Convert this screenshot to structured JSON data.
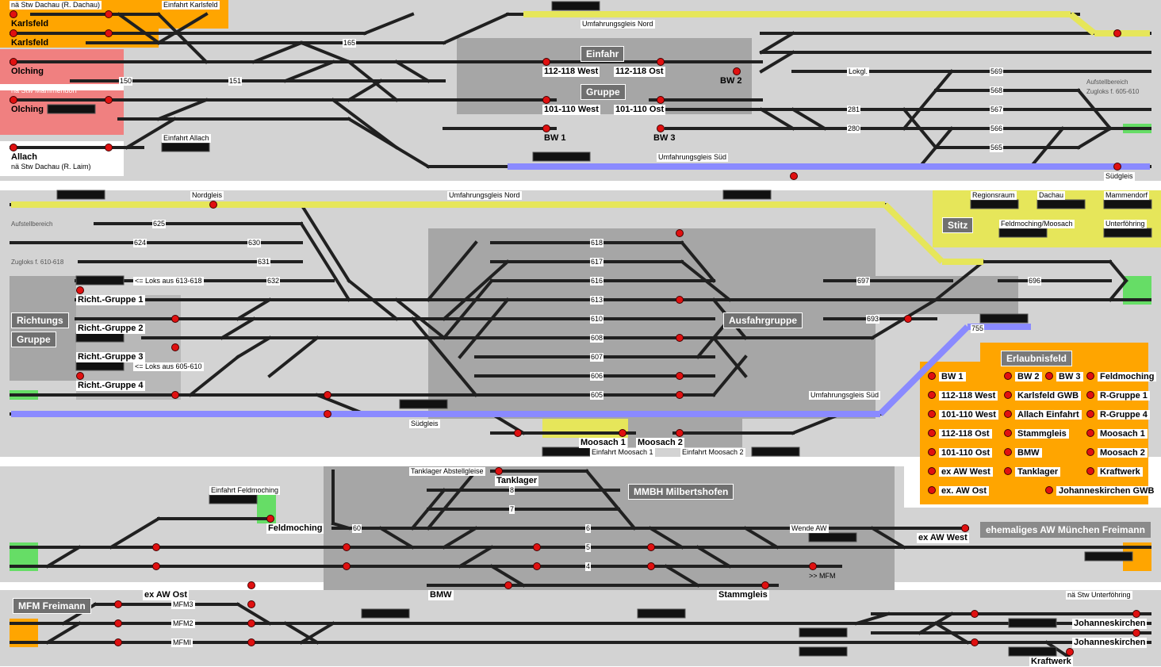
{
  "bands": [
    {
      "name": "top",
      "color": "#d3d3d3"
    },
    {
      "name": "middle",
      "color": "#d3d3d3"
    },
    {
      "name": "lower",
      "color": "#d3d3d3"
    },
    {
      "name": "bottom",
      "color": "#d3d3d3"
    }
  ],
  "colors": {
    "orange": "#ffa500",
    "salmon": "#f08080",
    "yellow": "#e6e65a",
    "blue": "#8a8aff",
    "green": "#66dd66",
    "darkzone": "#a6a6a6",
    "track": "#202020",
    "signal": "#e01010"
  },
  "labels": {
    "stw_dachau_top": "nä Stw Dachau (R. Dachau)",
    "einfahrt_karlsfeld": "Einfahrt Karlsfeld",
    "karlsfeld1": "Karlsfeld",
    "karlsfeld2": "Karlsfeld",
    "olching1": "Olching",
    "stw_mammendorf": "nä Stw Mammendorf",
    "olching2": "Olching",
    "allach": "Allach",
    "stw_dachau_laim": "nä Stw Dachau (R. Laim)",
    "einfahrt_allach": "Einfahrt Allach",
    "umfahrungsgleis_nord_top": "Umfahrungsgleis Nord",
    "gleis_112_118_west": "112-118 West",
    "gleis_112_118_ost": "112-118 Ost",
    "gleis_101_110_west": "101-110 West",
    "gleis_101_110_ost": "101-110 Ost",
    "bw1": "BW 1",
    "bw2": "BW 2",
    "bw3": "BW 3",
    "lokgl": "Lokgl.",
    "umfahrungsgleis_sued_top": "Umfahrungsgleis Süd",
    "aufstellbereich_top": "Aufstellbereich",
    "zugloks_605_610": "Zugloks f. 605-610",
    "suedgleis_top": "Südgleis",
    "nordgleis": "Nordgleis",
    "umfahrungsgleis_nord_mid": "Umfahrungsgleis Nord",
    "aufstellbereich_mid": "Aufstellbereich",
    "zugloks_610_618": "Zugloks f. 610-618",
    "loks_613_618": "<= Loks aus 613-618",
    "loks_605_610": "<= Loks aus 605-610",
    "richt_gruppe_1": "Richt.-Gruppe 1",
    "richt_gruppe_2": "Richt.-Gruppe 2",
    "richt_gruppe_3": "Richt.-Gruppe 3",
    "richt_gruppe_4": "Richt.-Gruppe 4",
    "regionsraum": "Regionsraum",
    "dachau": "Dachau",
    "mammendorf": "Mammendorf",
    "feldmoching_moosach": "Feldmoching/Moosach",
    "unterfoehring": "Unterföhring",
    "umfahrungsgleis_sued_mid": "Umfahrungsgleis Süd",
    "suedgleis_mid": "Südgleis",
    "moosach1": "Moosach 1",
    "moosach2": "Moosach 2",
    "einfahrt_moosach1": "Einfahrt Moosach 1",
    "einfahrt_moosach2": "Einfahrt Moosach 2",
    "tanklager_abstellgleise": "Tanklager Abstellgleise",
    "tanklager": "Tanklager",
    "einfahrt_feldmoching": "Einfahrt Feldmoching",
    "feldmoching": "Feldmoching",
    "wende_aw": "Wende AW",
    "ex_aw_west": "ex AW West",
    "to_mfm": ">> MFM",
    "bmw": "BMW",
    "stammgleis": "Stammgleis",
    "ex_aw_ost": "ex AW Ost",
    "mfm3": "MFM3",
    "mfm2": "MFM2",
    "mfm1": "MFMI",
    "stw_unterfoehring": "nä Stw Unterföhring",
    "johanneskirchen1": "Johanneskirchen",
    "johanneskirchen2": "Johanneskirchen",
    "kraftwerk": "Kraftwerk"
  },
  "pills": {
    "einfahr": "Einfahr",
    "gruppe_top": "Gruppe",
    "richtungs": "Richtungs",
    "gruppe_mid": "Gruppe",
    "ausfahrgruppe": "Ausfahrgruppe",
    "stitz": "Stitz",
    "mmbh": "MMBH Milbertshofen",
    "aw_freimann": "ehemaliges AW München Freimann",
    "mfm_freimann": "MFM Freimann",
    "erlaubnisfeld": "Erlaubnisfeld"
  },
  "track_numbers": {
    "t165": "165",
    "t150": "150",
    "t151": "151",
    "t618": "618",
    "t617": "617",
    "t616": "616",
    "t613": "613",
    "t610": "610",
    "t608": "608",
    "t607": "607",
    "t606": "606",
    "t605": "605",
    "t625": "625",
    "t624": "624",
    "t630": "630",
    "t631": "631",
    "t632": "632",
    "t697": "697",
    "t696": "696",
    "t693": "693",
    "t755": "755",
    "t281": "281",
    "t280": "280",
    "t569": "569",
    "t568": "568",
    "t567": "567",
    "t566": "566",
    "t565": "565",
    "t8": "8",
    "t7": "7",
    "t6": "6",
    "t5": "5",
    "t4": "4",
    "t60": "60"
  },
  "erlaubnis_buttons": [
    [
      "BW 1",
      "BW 2",
      "BW 3",
      "Feldmoching"
    ],
    [
      "112-118 West",
      "Karlsfeld GWB",
      "",
      "R-Gruppe 1"
    ],
    [
      "101-110 West",
      "Allach Einfahrt",
      "",
      "R-Gruppe 4"
    ],
    [
      "112-118 Ost",
      "Stammgleis",
      "",
      "Moosach 1"
    ],
    [
      "101-110 Ost",
      "BMW",
      "",
      "Moosach 2"
    ],
    [
      "ex AW West",
      "Tanklager",
      "",
      "Kraftwerk"
    ],
    [
      "ex. AW Ost",
      "",
      "Johanneskirchen GWB",
      ""
    ]
  ]
}
